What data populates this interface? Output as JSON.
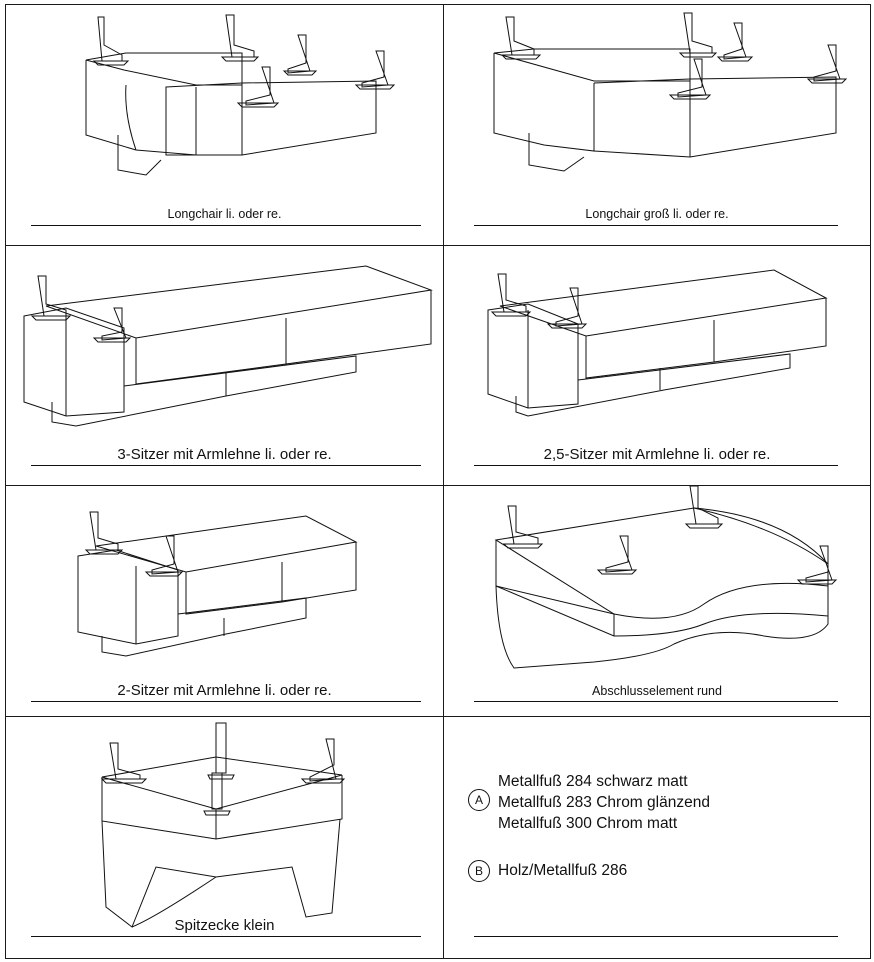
{
  "cells": [
    {
      "caption": "Longchair li. oder re."
    },
    {
      "caption": "Longchair groß li. oder re."
    },
    {
      "caption": "3-Sitzer mit Armlehne li. oder re."
    },
    {
      "caption": "2,5-Sitzer mit Armlehne li. oder re."
    },
    {
      "caption": "2-Sitzer mit Armlehne li. oder re."
    },
    {
      "caption": "Abschlusselement rund"
    },
    {
      "caption": "Spitzecke klein"
    }
  ],
  "legend": {
    "a": {
      "badge": "A",
      "lines": [
        "Metallfuß 284 schwarz matt",
        "Metallfuß 283 Chrom glänzend",
        "Metallfuß 300 Chrom matt"
      ]
    },
    "b": {
      "badge": "B",
      "lines": [
        "Holz/Metallfuß 286"
      ]
    }
  }
}
